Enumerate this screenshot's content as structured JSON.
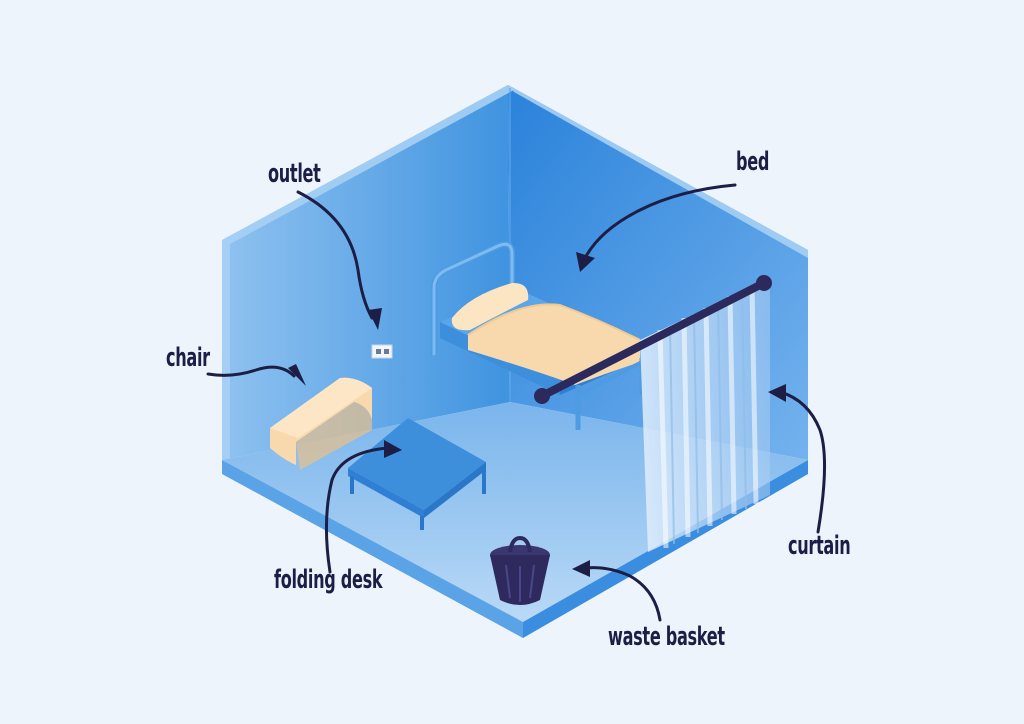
{
  "title": "",
  "labels": {
    "outlet": "outlet",
    "bed": "bed",
    "chair": "chair",
    "folding_desk": "folding desk",
    "curtain": "curtain",
    "waste_basket": "waste basket"
  },
  "colors": {
    "background": "#eef4fc",
    "wall_left": "#4d9be2",
    "wall_back": "#2e85d9",
    "floor": "#9fcaf2",
    "edge": "#7bb8ee",
    "label": "#1c1e46",
    "bedding": "#f7d9ad",
    "curtain": "#c9e1f8",
    "rod": "#2c2a5c",
    "basket": "#2e2a5e"
  }
}
